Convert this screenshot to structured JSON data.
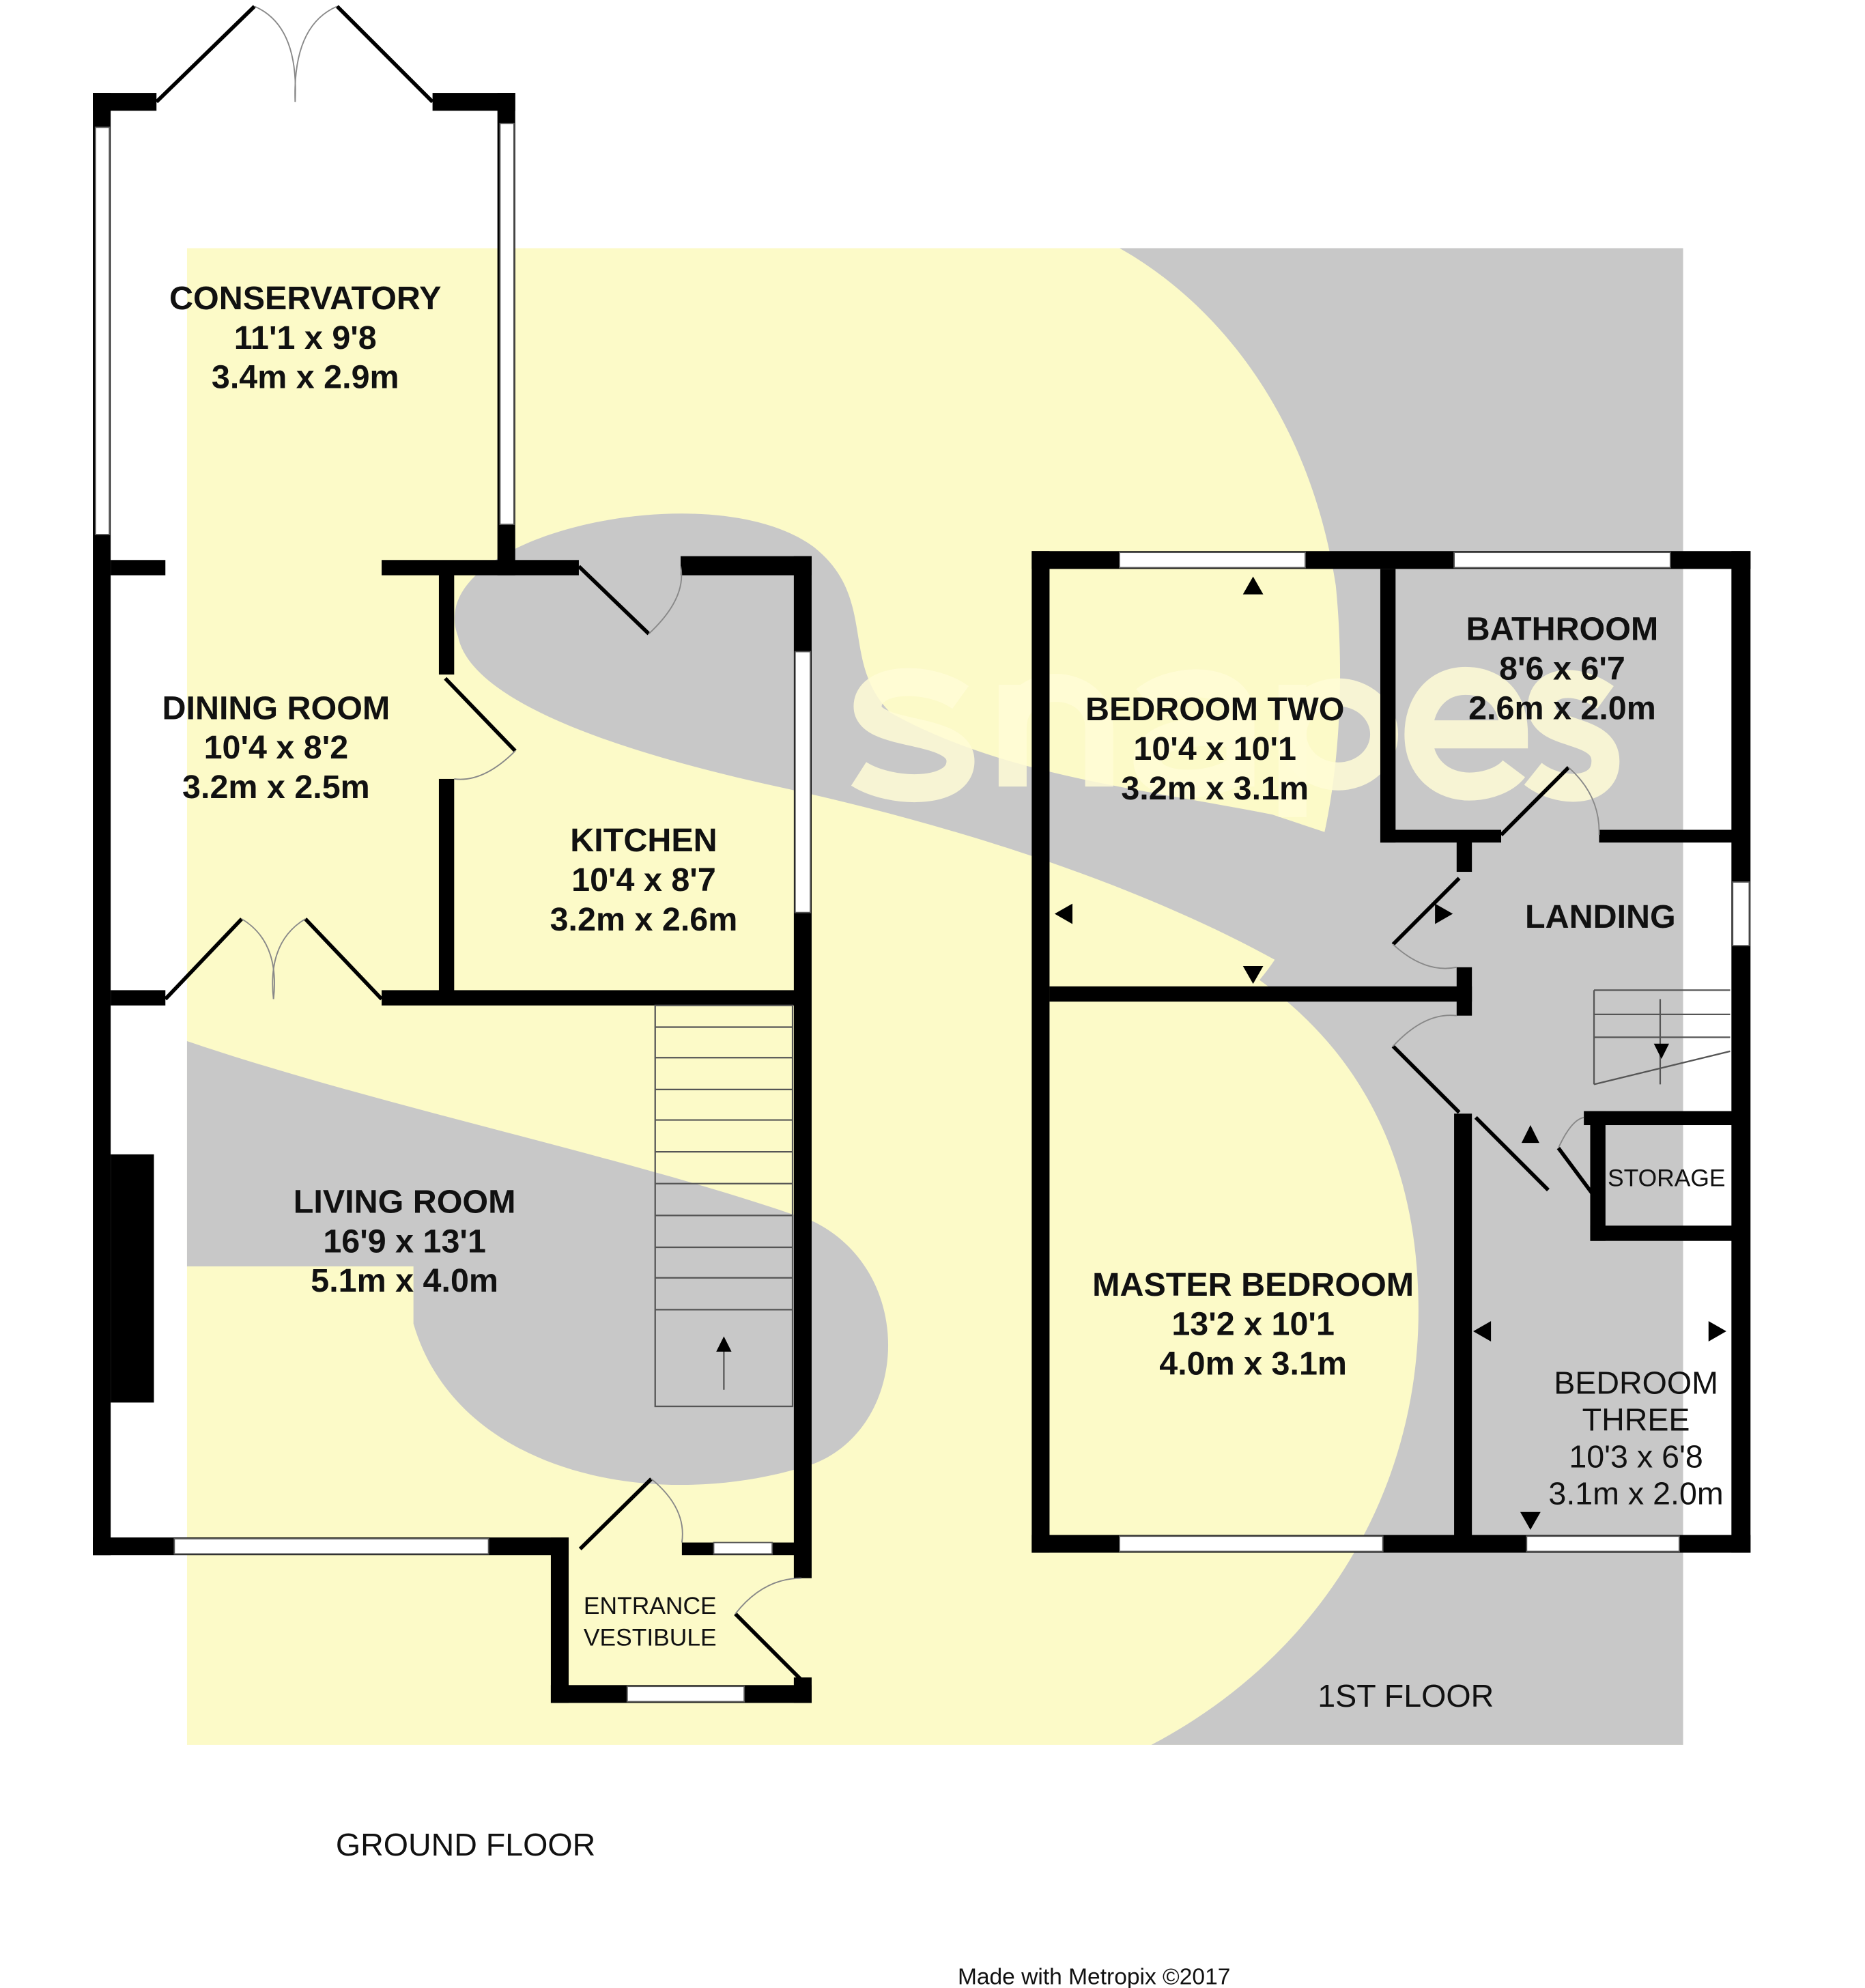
{
  "colors": {
    "background_yellow": "#fcfac8",
    "background_gray": "#c8c8c8",
    "walls": "#000000",
    "watermark": "#fffbd6"
  },
  "watermark": "snapes",
  "ground_floor": {
    "label": "GROUND FLOOR",
    "rooms": [
      {
        "name": "CONSERVATORY",
        "imperial": "11'1 x 9'8",
        "metric": "3.4m x 2.9m"
      },
      {
        "name": "DINING ROOM",
        "imperial": "10'4 x 8'2",
        "metric": "3.2m x 2.5m"
      },
      {
        "name": "KITCHEN",
        "imperial": "10'4 x 8'7",
        "metric": "3.2m x 2.6m"
      },
      {
        "name": "LIVING ROOM",
        "imperial": "16'9 x 13'1",
        "metric": "5.1m x 4.0m"
      },
      {
        "name_line1": "ENTRANCE",
        "name_line2": "VESTIBULE"
      }
    ]
  },
  "first_floor": {
    "label": "1ST FLOOR",
    "rooms": [
      {
        "name": "BEDROOM TWO",
        "imperial": "10'4 x 10'1",
        "metric": "3.2m x 3.1m"
      },
      {
        "name": "BATHROOM",
        "imperial": "8'6 x 6'7",
        "metric": "2.6m x 2.0m"
      },
      {
        "name": "LANDING"
      },
      {
        "name": "STORAGE"
      },
      {
        "name": "MASTER BEDROOM",
        "imperial": "13'2 x 10'1",
        "metric": "4.0m x 3.1m"
      },
      {
        "name_line1": "BEDROOM",
        "name_line2": "THREE",
        "imperial": "10'3 x 6'8",
        "metric": "3.1m x 2.0m"
      }
    ]
  },
  "footer": "Made with Metropix ©2017"
}
